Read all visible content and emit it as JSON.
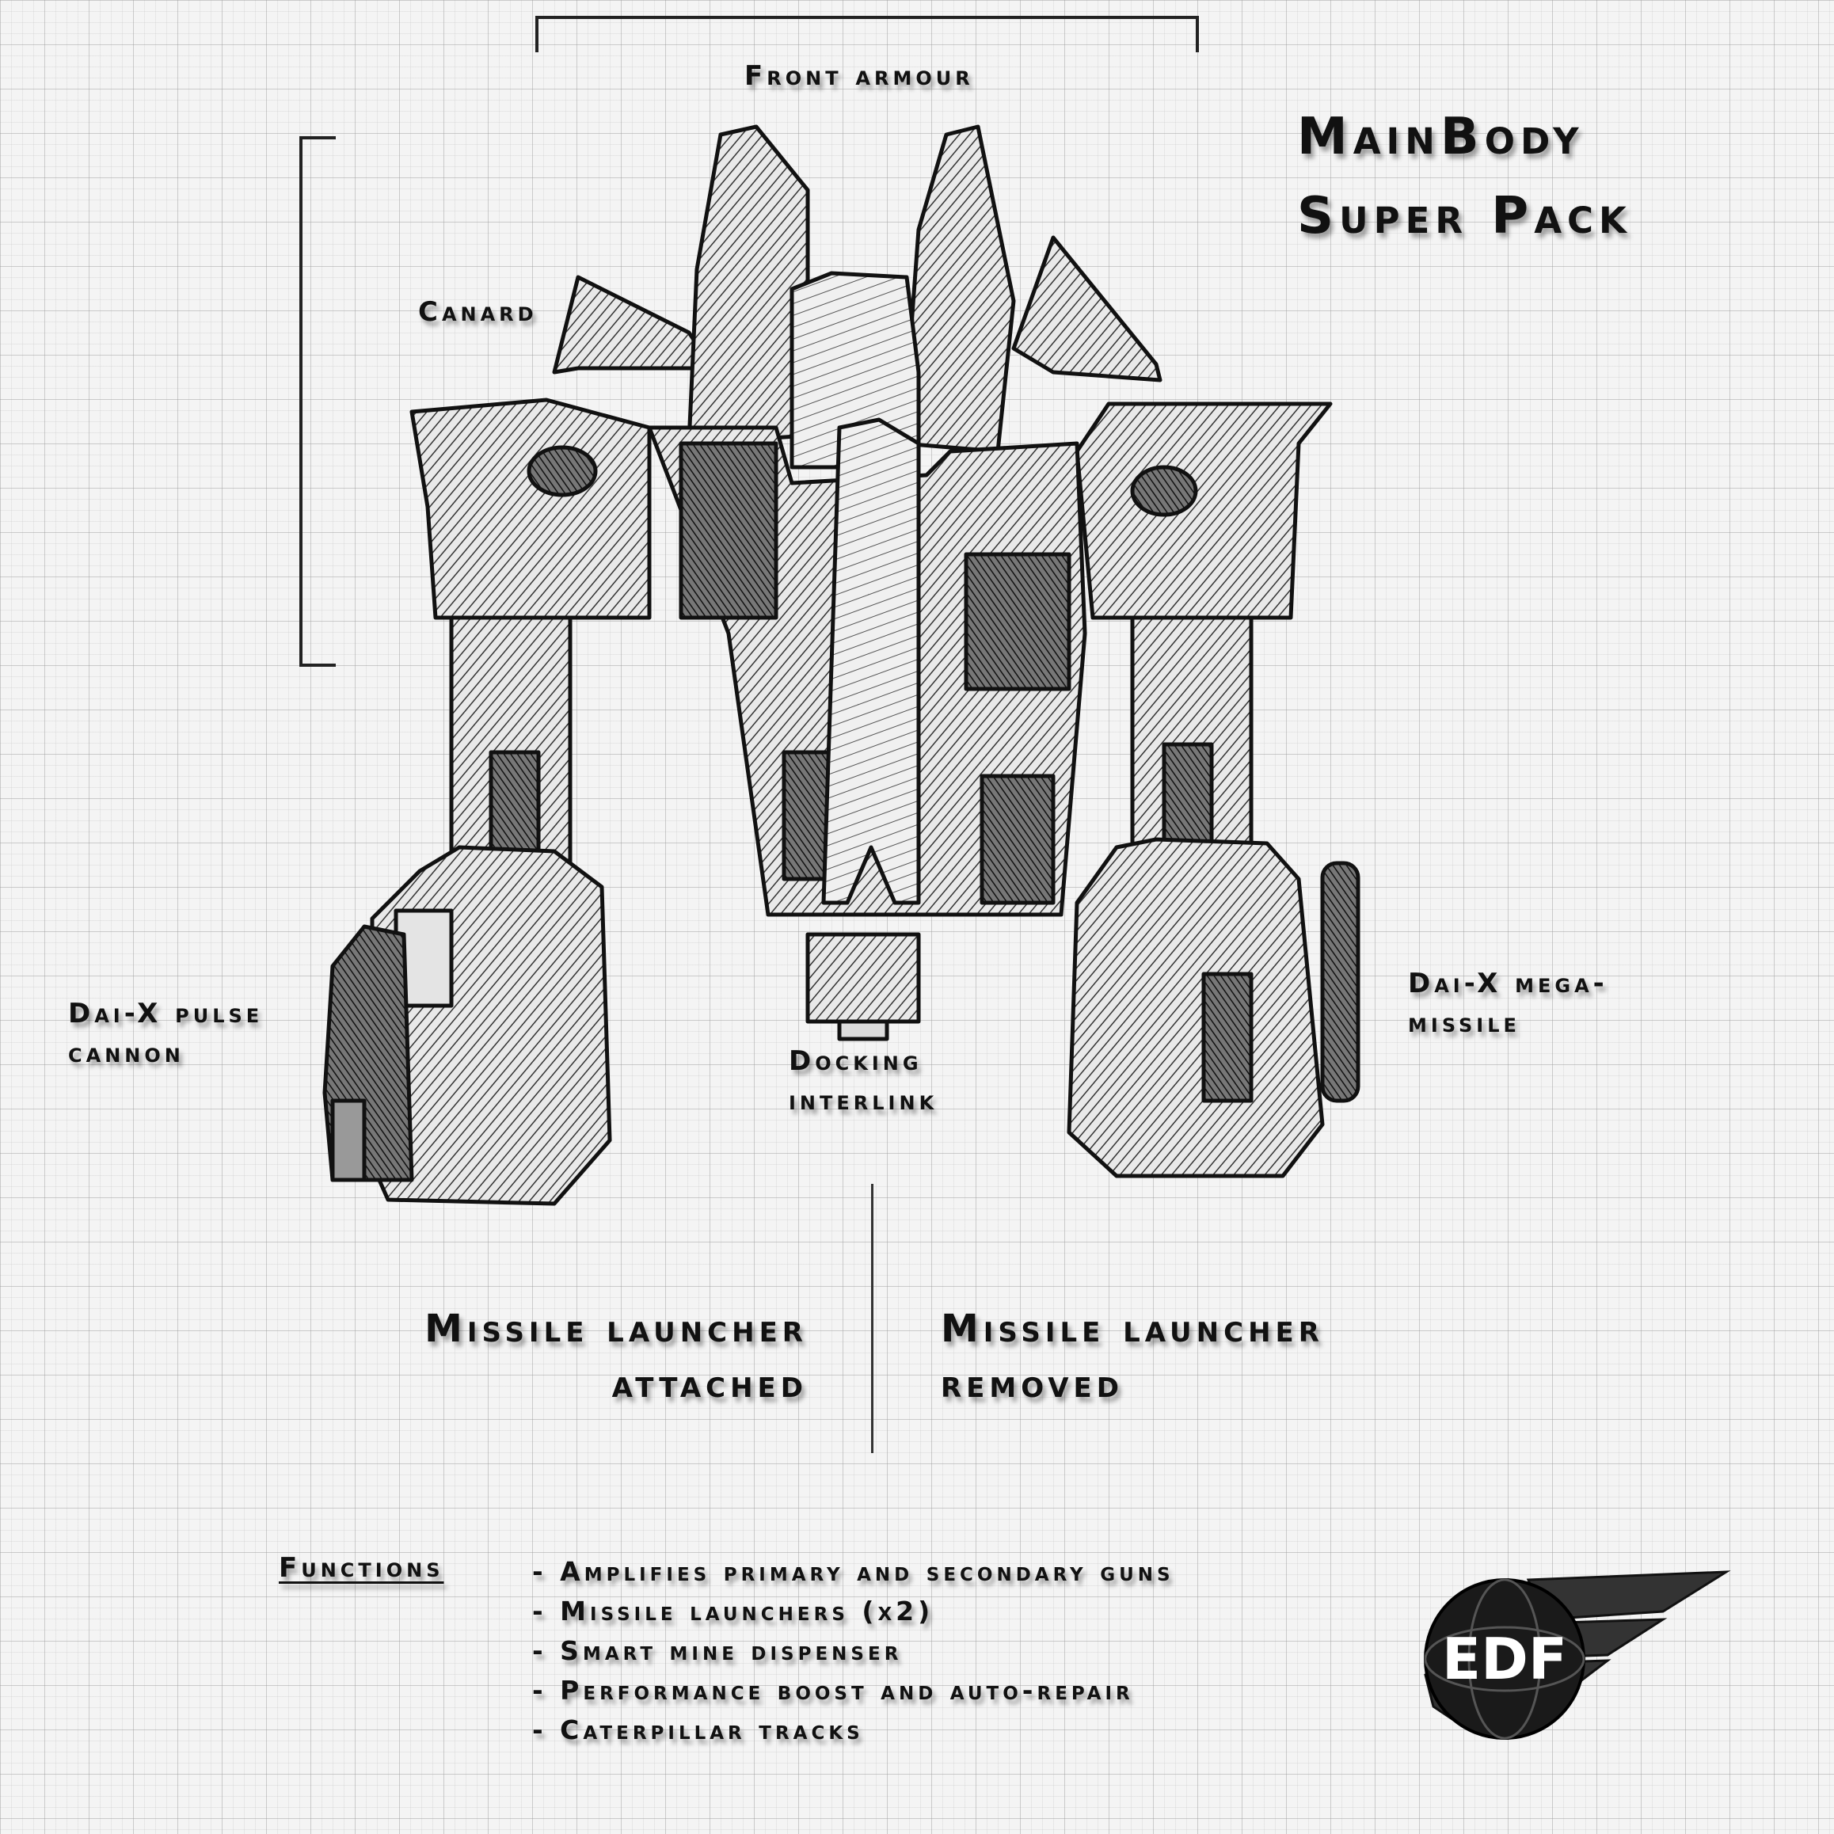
{
  "title": {
    "line1": "MainBody",
    "line2": "Super Pack"
  },
  "labels": {
    "front_armour": "Front armour",
    "canard": "Canard",
    "pulse_cannon": {
      "line1": "Dai-X pulse",
      "line2": "cannon"
    },
    "mega_missile": {
      "line1": "Dai-X mega-",
      "line2": "missile"
    },
    "docking": {
      "line1": "Docking",
      "line2": "interlink"
    }
  },
  "launcher": {
    "attached": {
      "line1": "Missile launcher",
      "line2": "attached"
    },
    "removed": {
      "line1": "Missile launcher",
      "line2": "removed"
    }
  },
  "functions": {
    "heading": "Functions",
    "items": [
      "- Amplifies primary and secondary guns",
      "- Missile launchers (x2)",
      "- Smart mine dispenser",
      "- Performance boost and auto-repair",
      "- Caterpillar tracks"
    ]
  },
  "logo": {
    "text": "EDF"
  },
  "colors": {
    "ink": "#111111",
    "grid": "#9a9a9a",
    "paper": "#f4f4f4"
  }
}
